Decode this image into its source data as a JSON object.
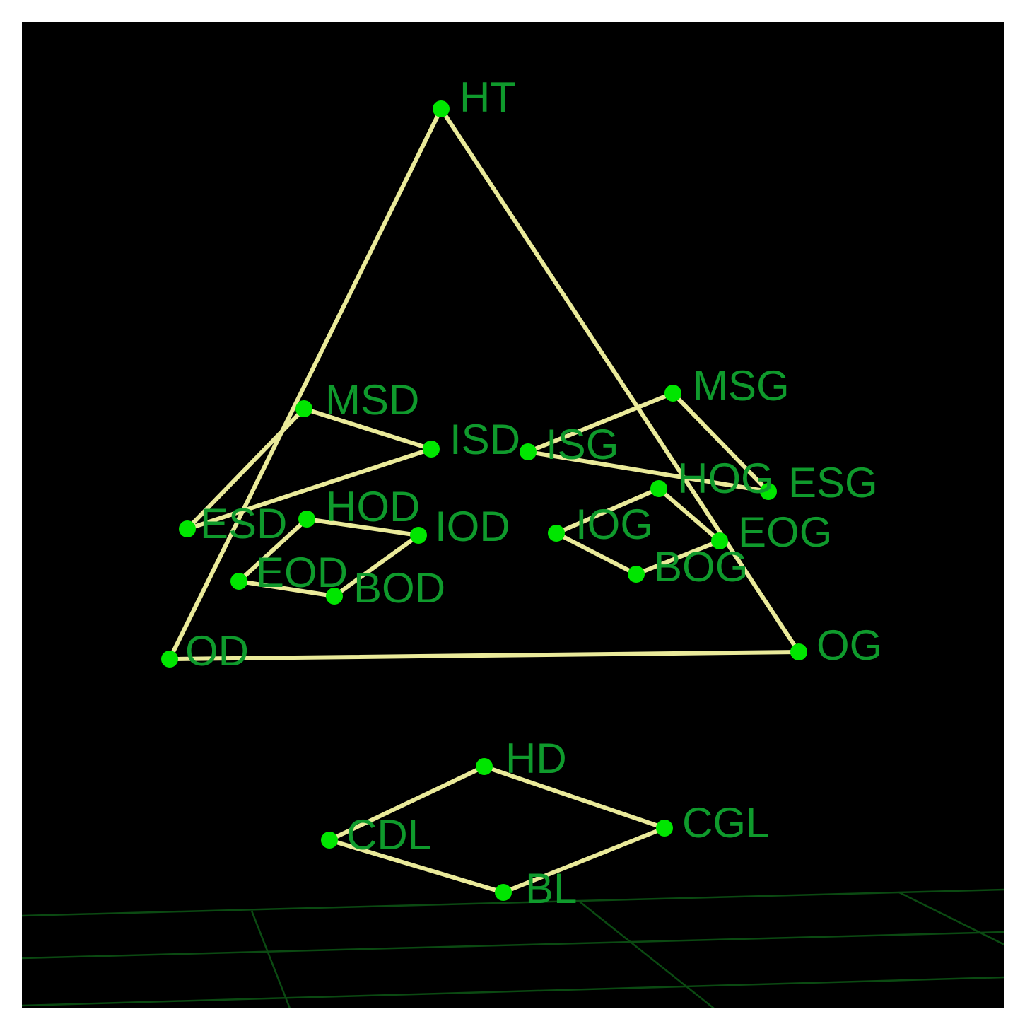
{
  "colors": {
    "background": "#000000",
    "frame": "#ffffff",
    "edge": "#eaea9a",
    "node": "#00e600",
    "label": "#0f9a2c",
    "grid": "#0b4a12"
  },
  "nodes": [
    {
      "id": "HT",
      "label": "HT"
    },
    {
      "id": "MSD",
      "label": "MSD"
    },
    {
      "id": "ISD",
      "label": "ISD"
    },
    {
      "id": "ESD",
      "label": "ESD"
    },
    {
      "id": "HOD",
      "label": "HOD"
    },
    {
      "id": "IOD",
      "label": "IOD"
    },
    {
      "id": "EOD",
      "label": "EOD"
    },
    {
      "id": "BOD",
      "label": "BOD"
    },
    {
      "id": "OD",
      "label": "OD"
    },
    {
      "id": "MSG",
      "label": "MSG"
    },
    {
      "id": "ISG",
      "label": "ISG"
    },
    {
      "id": "HOG",
      "label": "HOG"
    },
    {
      "id": "ESG",
      "label": "ESG"
    },
    {
      "id": "IOG",
      "label": "IOG"
    },
    {
      "id": "EOG",
      "label": "EOG"
    },
    {
      "id": "BOG",
      "label": "BOG"
    },
    {
      "id": "OG",
      "label": "OG"
    },
    {
      "id": "HD",
      "label": "HD"
    },
    {
      "id": "CDL",
      "label": "CDL"
    },
    {
      "id": "CGL",
      "label": "CGL"
    },
    {
      "id": "BL",
      "label": "BL"
    }
  ],
  "edges": [
    [
      "HT",
      "OD"
    ],
    [
      "HT",
      "OG"
    ],
    [
      "OD",
      "OG"
    ],
    [
      "MSD",
      "ESD"
    ],
    [
      "MSD",
      "ISD"
    ],
    [
      "ISD",
      "ESD"
    ],
    [
      "HOD",
      "IOD"
    ],
    [
      "HOD",
      "EOD"
    ],
    [
      "EOD",
      "BOD"
    ],
    [
      "BOD",
      "IOD"
    ],
    [
      "ISG",
      "MSG"
    ],
    [
      "MSG",
      "ESG"
    ],
    [
      "ISG",
      "ESG"
    ],
    [
      "IOG",
      "HOG"
    ],
    [
      "HOG",
      "EOG"
    ],
    [
      "EOG",
      "BOG"
    ],
    [
      "BOG",
      "IOG"
    ],
    [
      "CDL",
      "HD"
    ],
    [
      "HD",
      "CGL"
    ],
    [
      "CGL",
      "BL"
    ],
    [
      "BL",
      "CDL"
    ]
  ]
}
